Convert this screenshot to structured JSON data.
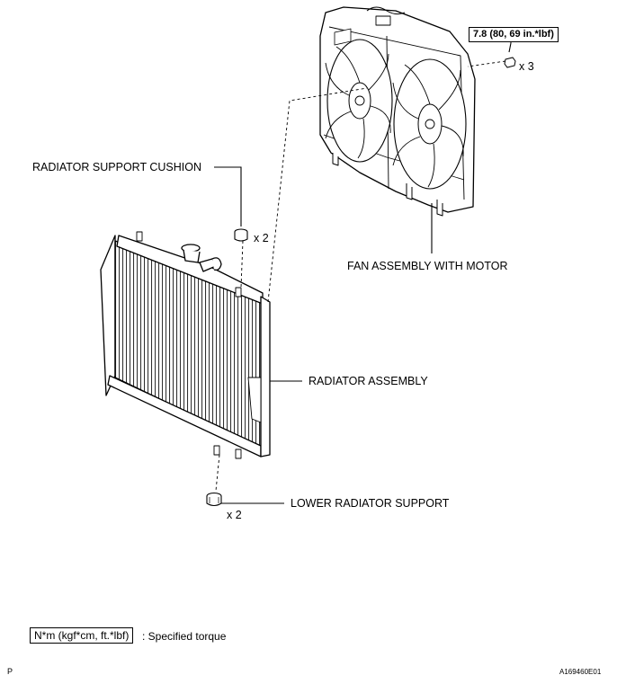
{
  "labels": {
    "cushion": "RADIATOR SUPPORT CUSHION",
    "fan": "FAN ASSEMBLY WITH MOTOR",
    "radiator": "RADIATOR ASSEMBLY",
    "lower_support": "LOWER RADIATOR SUPPORT"
  },
  "quantities": {
    "bolts": "x 3",
    "cushion": "x 2",
    "lower_support": "x 2"
  },
  "torque": {
    "value": "7.8 (80, 69 in.*lbf)"
  },
  "legend": {
    "box": "N*m (kgf*cm, ft.*lbf)",
    "text": ": Specified torque"
  },
  "footer": {
    "page_letter": "P",
    "figure_id": "A169460E01"
  }
}
